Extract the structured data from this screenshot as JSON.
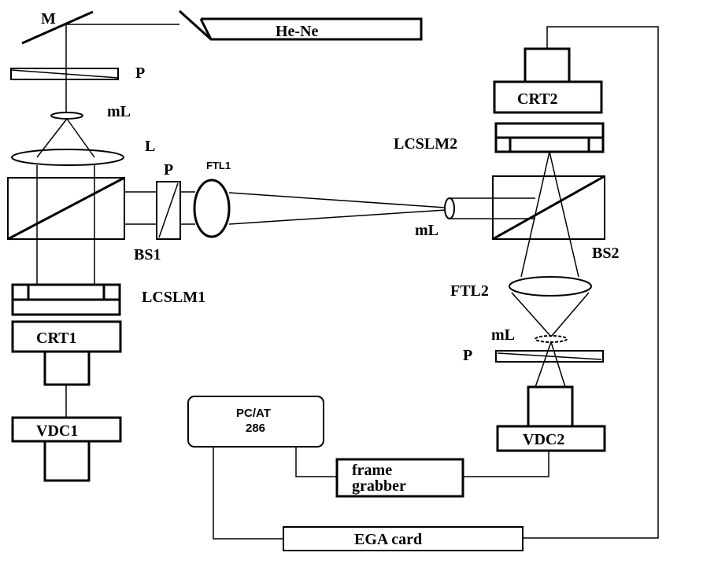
{
  "labels": {
    "mirror": "M",
    "laser": "He-Ne",
    "polarizer_top": "P",
    "microlens_top": "mL",
    "lens": "L",
    "polarizer_mid": "P",
    "ftl1": "FTL1",
    "bs1": "BS1",
    "lcslm1": "LCSLM1",
    "crt1": "CRT1",
    "vdc1": "VDC1",
    "crt2": "CRT2",
    "lcslm2": "LCSLM2",
    "microlens_mid": "mL",
    "bs2": "BS2",
    "ftl2": "FTL2",
    "microlens_bottom": "mL",
    "polarizer_bottom": "P",
    "vdc2": "VDC2",
    "pc_line1": "PC/AT",
    "pc_line2": "286",
    "frame_grabber_line1": "frame",
    "frame_grabber_line2": "grabber",
    "ega_card": "EGA card"
  }
}
